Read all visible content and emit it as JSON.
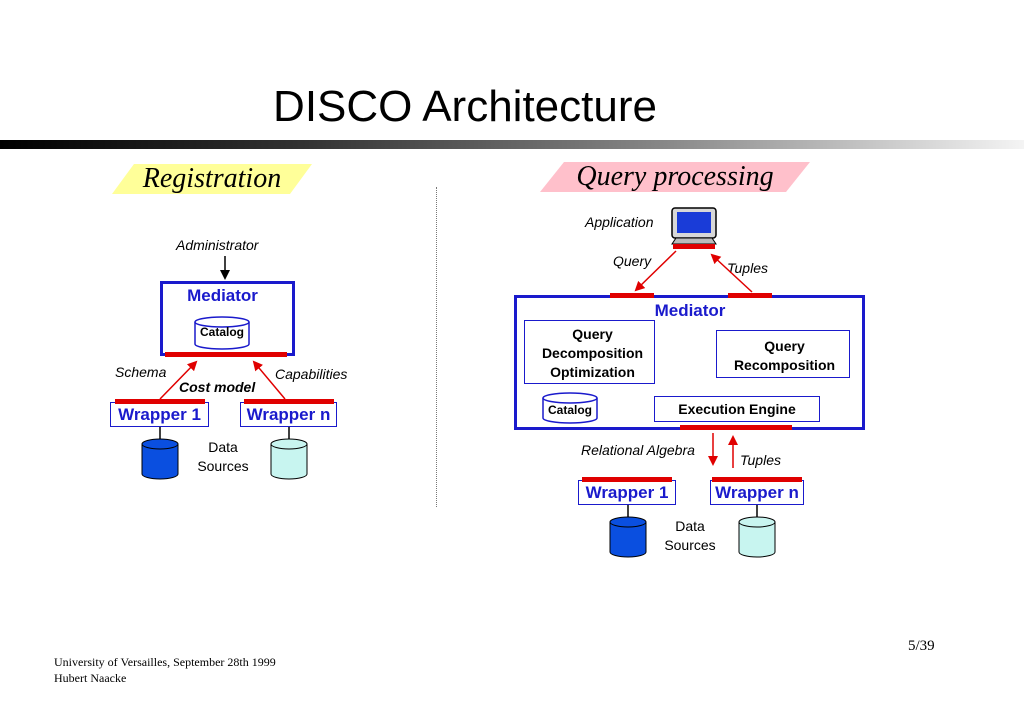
{
  "title": "DISCO Architecture",
  "registration": {
    "banner": "Registration",
    "administrator": "Administrator",
    "mediator": "Mediator",
    "catalog": "Catalog",
    "schema": "Schema",
    "cost_model": "Cost model",
    "capabilities": "Capabilities",
    "wrapper1": "Wrapper 1",
    "wrappern": "Wrapper n",
    "data_sources": "Data\nSources"
  },
  "query_processing": {
    "banner": "Query processing",
    "application": "Application",
    "query": "Query",
    "tuples_top": "Tuples",
    "mediator": "Mediator",
    "decomposition": "Query\nDecomposition\nOptimization",
    "recomposition": "Query\nRecomposition",
    "catalog": "Catalog",
    "execution_engine": "Execution Engine",
    "relational_algebra": "Relational Algebra",
    "tuples_bottom": "Tuples",
    "wrapper1": "Wrapper 1",
    "wrappern": "Wrapper n",
    "data_sources": "Data\nSources"
  },
  "footer": {
    "line1": "University of Versailles, September 28th 1999",
    "line2": "Hubert Naacke"
  },
  "page_number": "5/39",
  "colors": {
    "mediator_blue": "#1a1acc",
    "connector_red": "#e00000",
    "registration_banner": "#ffff99",
    "query_banner": "#ffc0cb",
    "source_dark": "#0a4fe0",
    "source_light": "#c8f5f0"
  }
}
